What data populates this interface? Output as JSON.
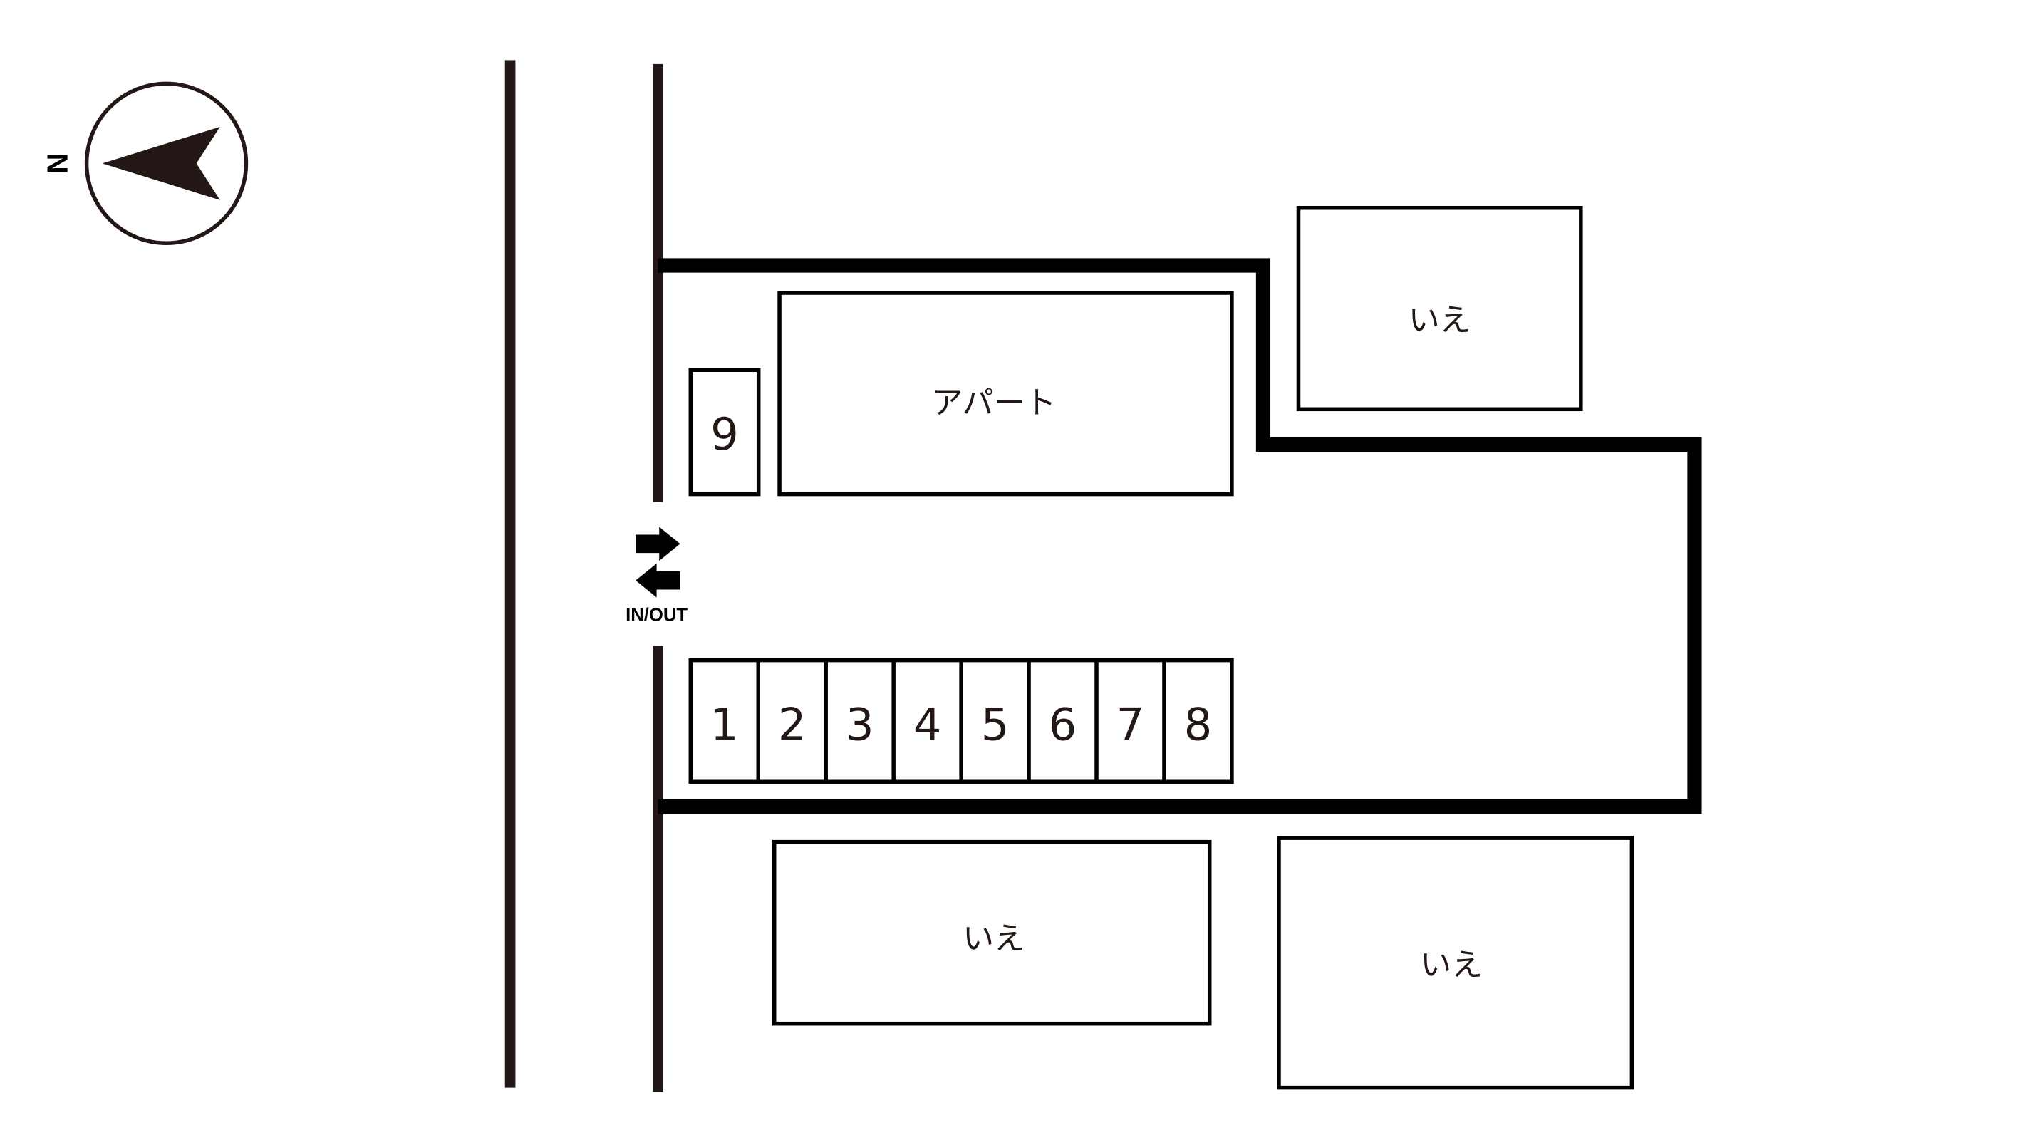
{
  "compass": {
    "north_label": "N",
    "color": "#231815"
  },
  "entrance": {
    "label": "IN/OUT"
  },
  "buildings": {
    "apartment": "アパート",
    "house_top_right": "いえ",
    "house_bottom": "いえ",
    "house_bottom_right": "いえ"
  },
  "parking_spaces": [
    "1",
    "2",
    "3",
    "4",
    "5",
    "6",
    "7",
    "8",
    "9"
  ],
  "colors": {
    "road": "#231815",
    "outline": "#000000"
  }
}
